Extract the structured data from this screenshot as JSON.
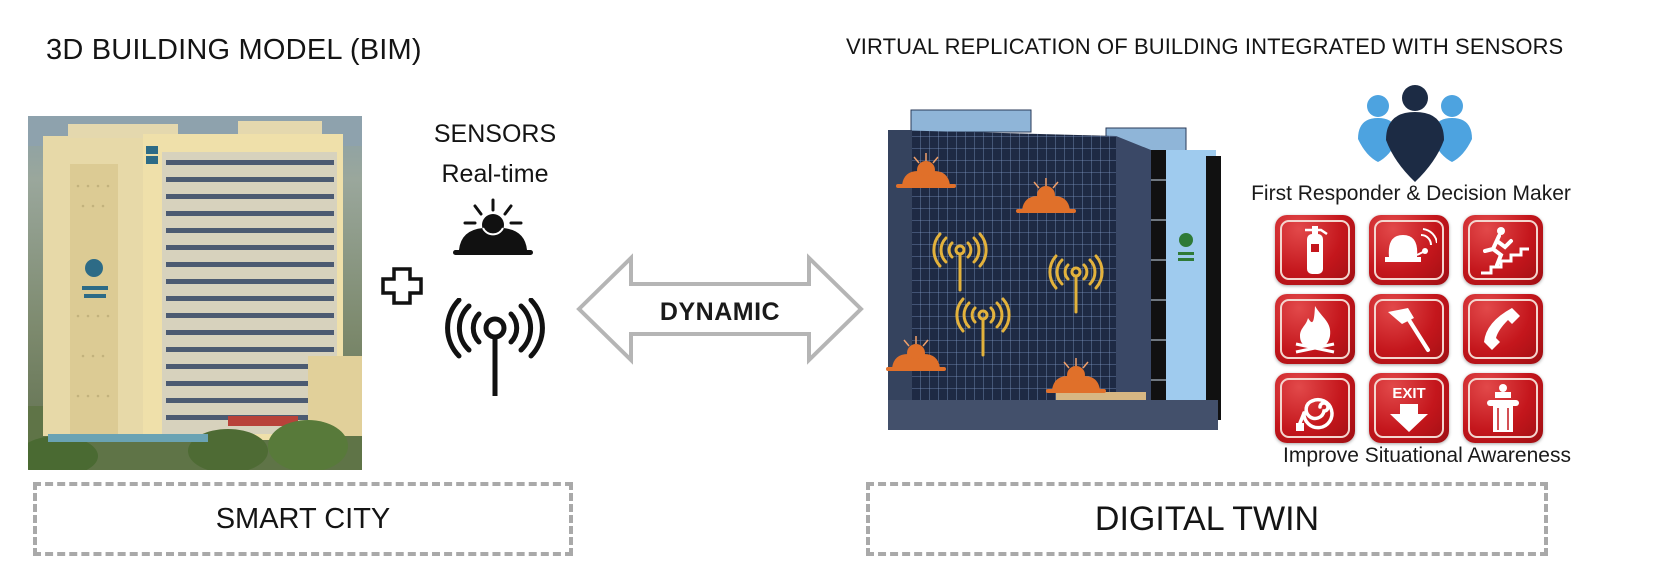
{
  "left_panel": {
    "title": "3D BUILDING MODEL (BIM)",
    "photo_icon": "building-photo",
    "operator_icon": "plus-icon",
    "sensors": {
      "title": "SENSORS",
      "subtitle": "Real-time",
      "icons": [
        "beacon-light-icon",
        "antenna-icon"
      ]
    },
    "footer_label": "SMART CITY"
  },
  "connector": {
    "label": "DYNAMIC",
    "icon": "double-arrow-icon"
  },
  "right_panel": {
    "title": "VIRTUAL REPLICATION OF BUILDING INTEGRATED WITH SENSORS",
    "model_icon": "digital-twin-building",
    "overlay_sensor_counts": {
      "beacons": 4,
      "antennas": 3
    },
    "responder_icon": "people-group-icon",
    "responder_label": "First Responder & Decision Maker",
    "emergency_icons": [
      "fire-extinguisher-icon",
      "fire-alarm-bell-icon",
      "emergency-stairs-icon",
      "fire-icon",
      "fire-axe-icon",
      "emergency-phone-icon",
      "fire-hose-icon",
      "exit-icon",
      "fire-hydrant-icon"
    ],
    "emergency_label": "Improve Situational Awareness",
    "footer_label": "DIGITAL TWIN"
  },
  "colors": {
    "sensor_overlay_beacon": "#e0702a",
    "sensor_overlay_antenna": "#e3b23c",
    "emergency_tile": "#c4161c",
    "people_primary": "#1c2b44",
    "people_secondary": "#4da3e0",
    "dashed_border": "#a9a9a9",
    "arrow_outline": "#b5b5b5"
  }
}
